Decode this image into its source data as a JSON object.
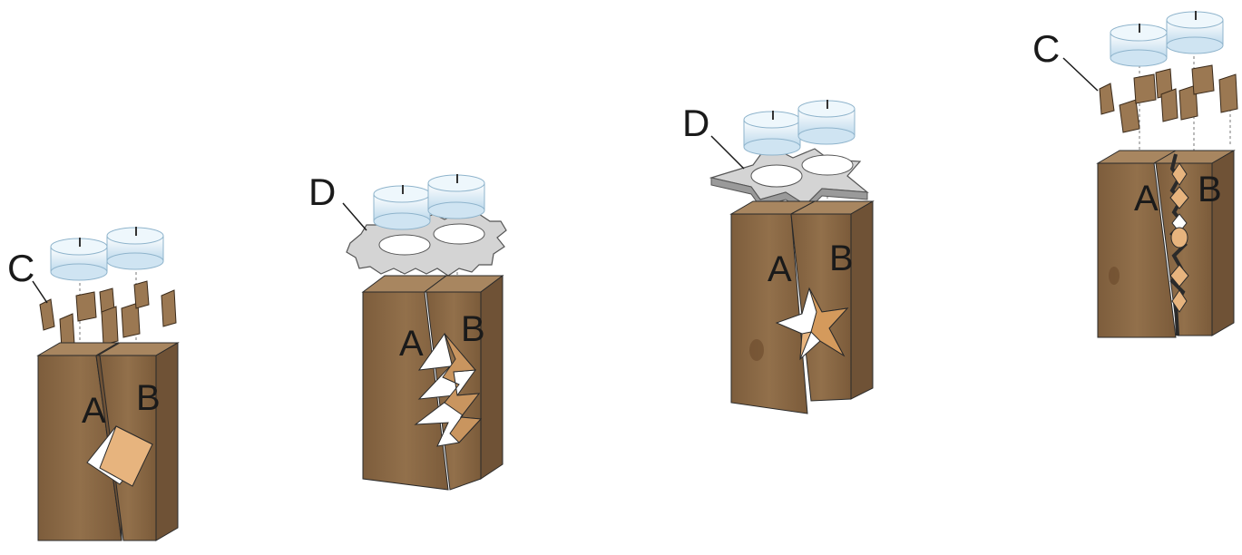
{
  "figures": [
    {
      "id": "square",
      "cutout": "square",
      "labels": {
        "left_block": "A",
        "right_block": "B",
        "spacer": "C"
      }
    },
    {
      "id": "tree",
      "cutout": "tree",
      "labels": {
        "left_block": "A",
        "right_block": "B",
        "holder": "D"
      }
    },
    {
      "id": "star",
      "cutout": "star",
      "labels": {
        "left_block": "A",
        "right_block": "B",
        "holder": "D"
      }
    },
    {
      "id": "zigzag",
      "cutout": "zigzag",
      "labels": {
        "left_block": "A",
        "right_block": "B",
        "spacer": "C"
      }
    }
  ],
  "colors": {
    "wood_front": "#8c6a46",
    "wood_side": "#6f5236",
    "wood_top": "#a88660",
    "cut_light": "#e7b47e",
    "tealight": "#dceef8",
    "tealight_edge": "#8fb4cc",
    "holder": "#d4d4d4",
    "outline": "#2a2a2a"
  }
}
